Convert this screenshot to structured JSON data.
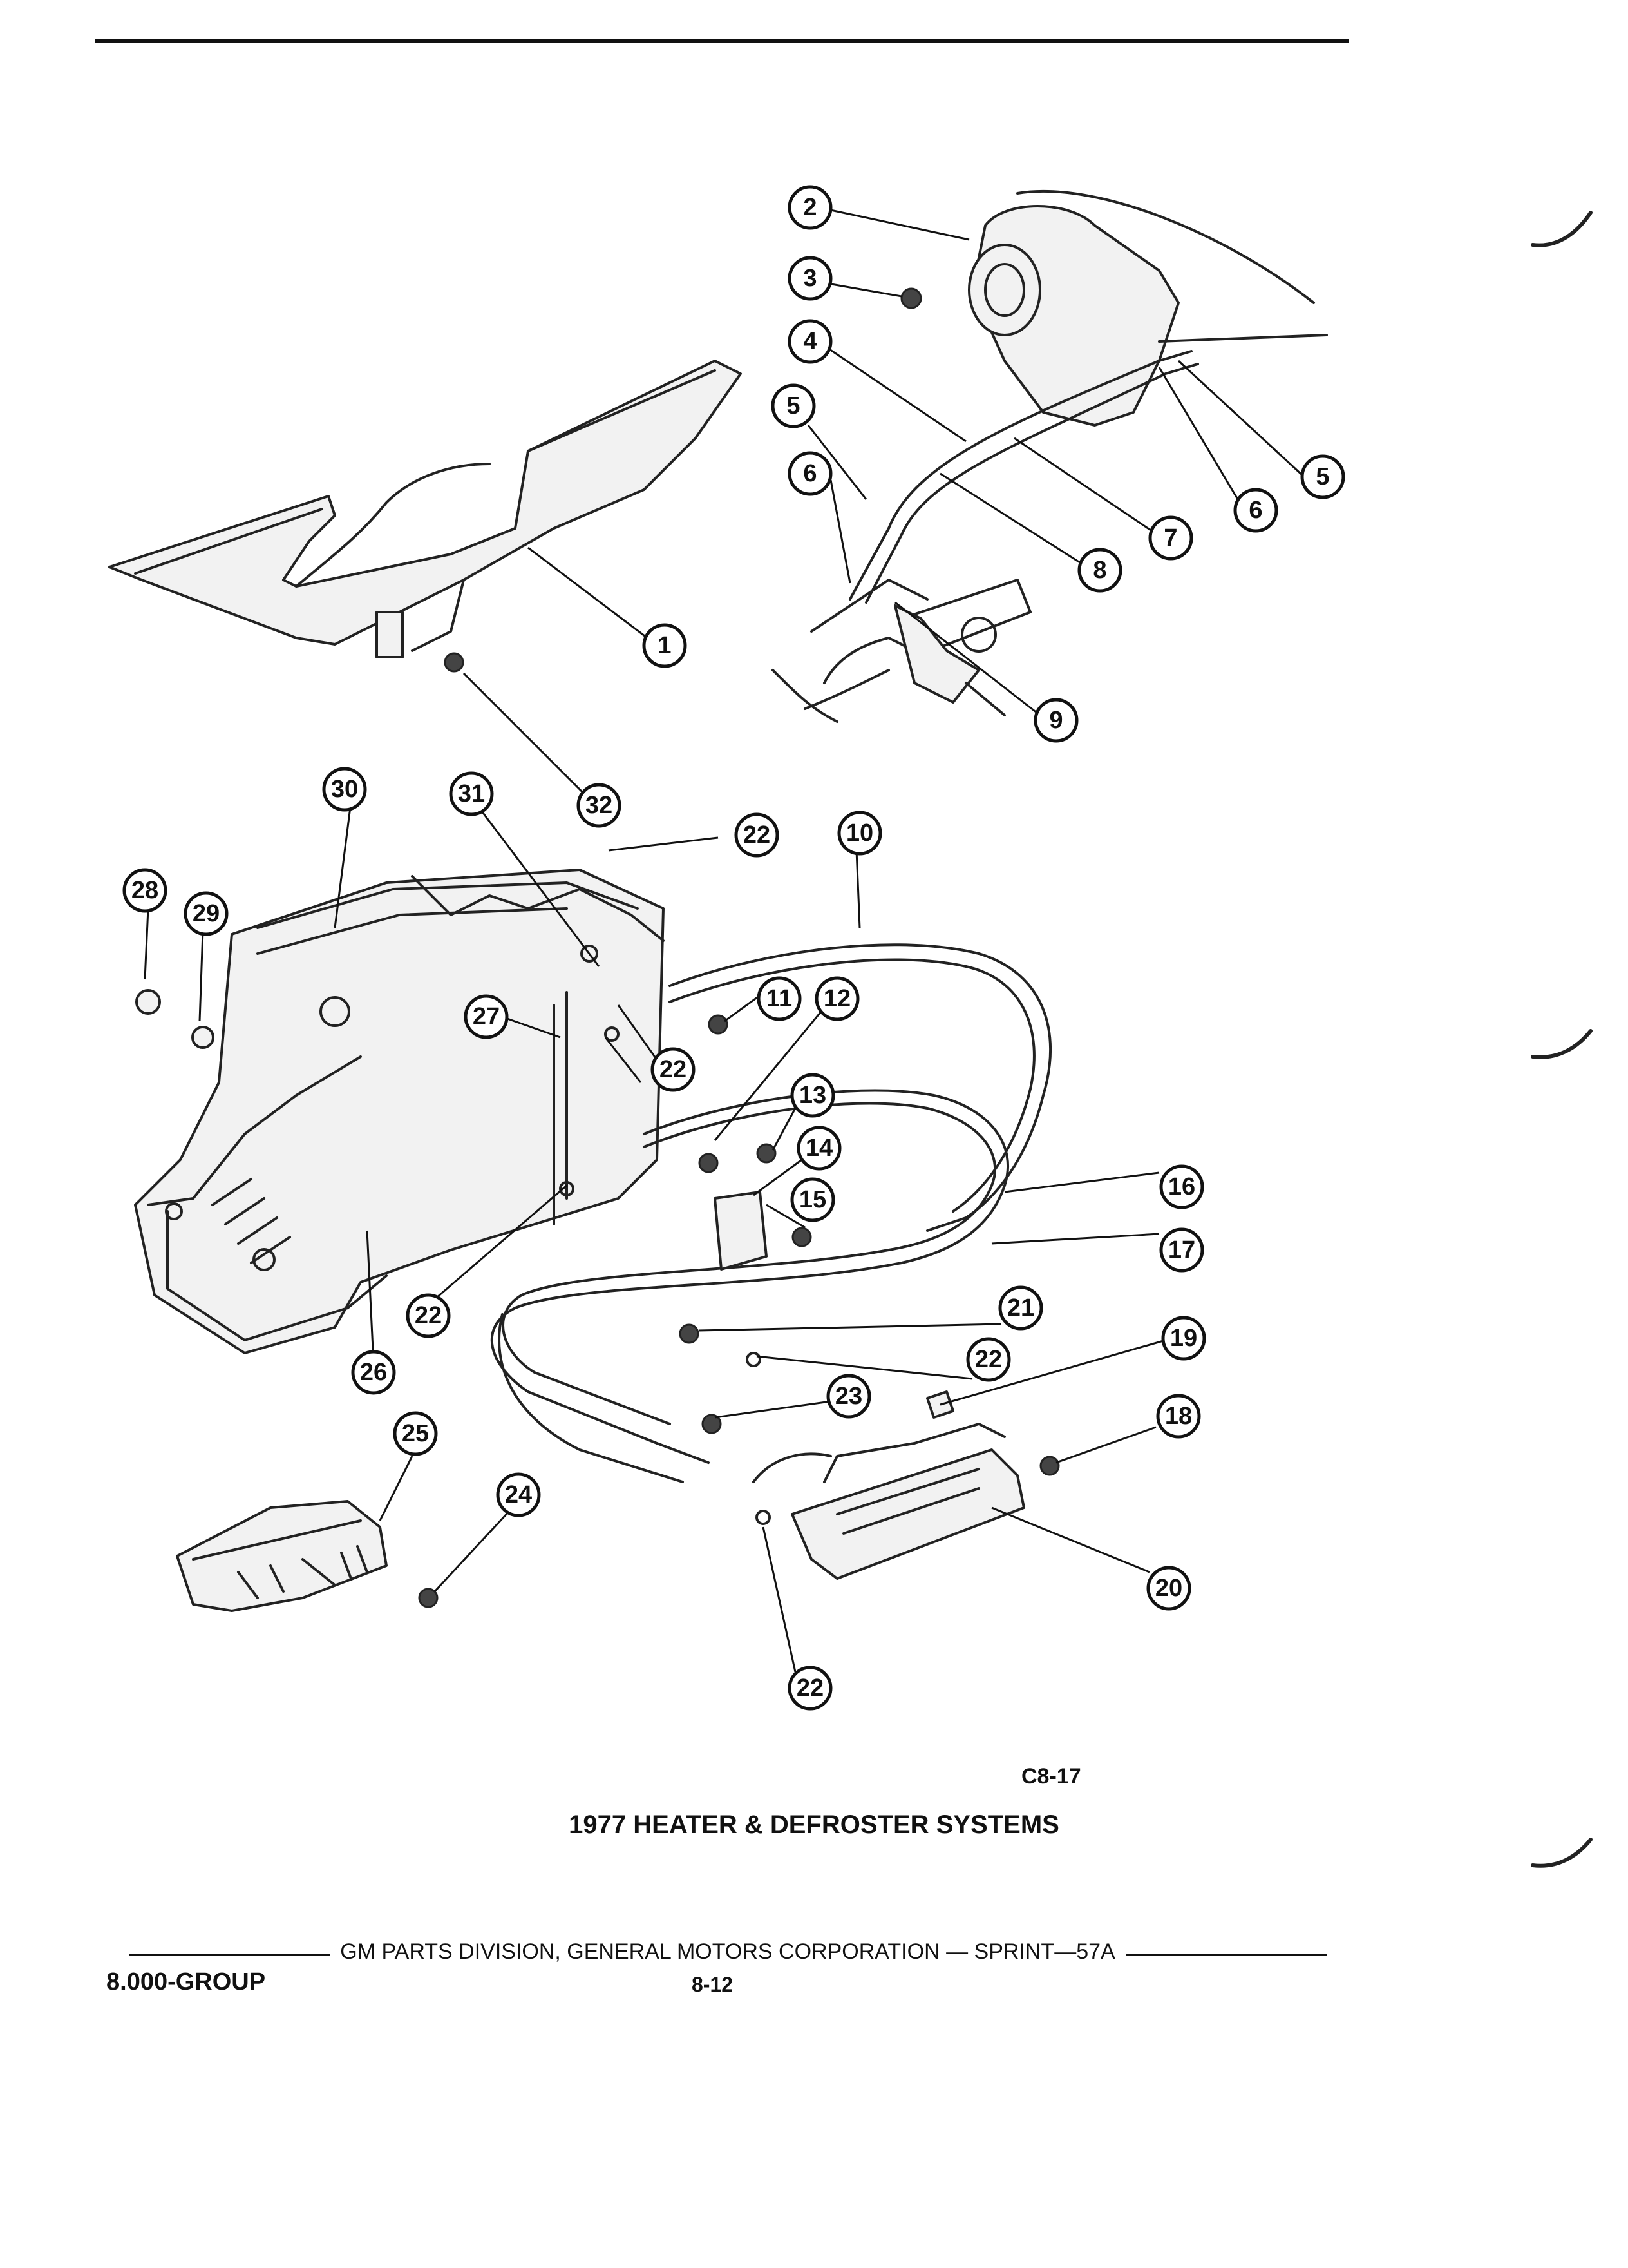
{
  "callouts": [
    {
      "id": "1",
      "label": "1"
    },
    {
      "id": "2",
      "label": "2"
    },
    {
      "id": "3",
      "label": "3"
    },
    {
      "id": "4",
      "label": "4"
    },
    {
      "id": "5a",
      "label": "5"
    },
    {
      "id": "5b",
      "label": "5"
    },
    {
      "id": "6a",
      "label": "6"
    },
    {
      "id": "6b",
      "label": "6"
    },
    {
      "id": "7",
      "label": "7"
    },
    {
      "id": "8",
      "label": "8"
    },
    {
      "id": "9",
      "label": "9"
    },
    {
      "id": "10",
      "label": "10"
    },
    {
      "id": "11",
      "label": "11"
    },
    {
      "id": "12",
      "label": "12"
    },
    {
      "id": "13",
      "label": "13"
    },
    {
      "id": "14",
      "label": "14"
    },
    {
      "id": "15",
      "label": "15"
    },
    {
      "id": "16",
      "label": "16"
    },
    {
      "id": "17",
      "label": "17"
    },
    {
      "id": "18",
      "label": "18"
    },
    {
      "id": "19",
      "label": "19"
    },
    {
      "id": "20",
      "label": "20"
    },
    {
      "id": "21",
      "label": "21"
    },
    {
      "id": "22a",
      "label": "22"
    },
    {
      "id": "22b",
      "label": "22"
    },
    {
      "id": "22c",
      "label": "22"
    },
    {
      "id": "22d",
      "label": "22"
    },
    {
      "id": "22e",
      "label": "22"
    },
    {
      "id": "23",
      "label": "23"
    },
    {
      "id": "24",
      "label": "24"
    },
    {
      "id": "25",
      "label": "25"
    },
    {
      "id": "26",
      "label": "26"
    },
    {
      "id": "27",
      "label": "27"
    },
    {
      "id": "28",
      "label": "28"
    },
    {
      "id": "29",
      "label": "29"
    },
    {
      "id": "30",
      "label": "30"
    },
    {
      "id": "31",
      "label": "31"
    },
    {
      "id": "32",
      "label": "32"
    }
  ],
  "figure_code": "C8-17",
  "figure_title": "1977 HEATER & DEFROSTER SYSTEMS",
  "footer": {
    "publisher": "GM PARTS DIVISION, GENERAL MOTORS CORPORATION — SPRINT—57A",
    "group": "8.000-GROUP",
    "page": "8-12"
  }
}
